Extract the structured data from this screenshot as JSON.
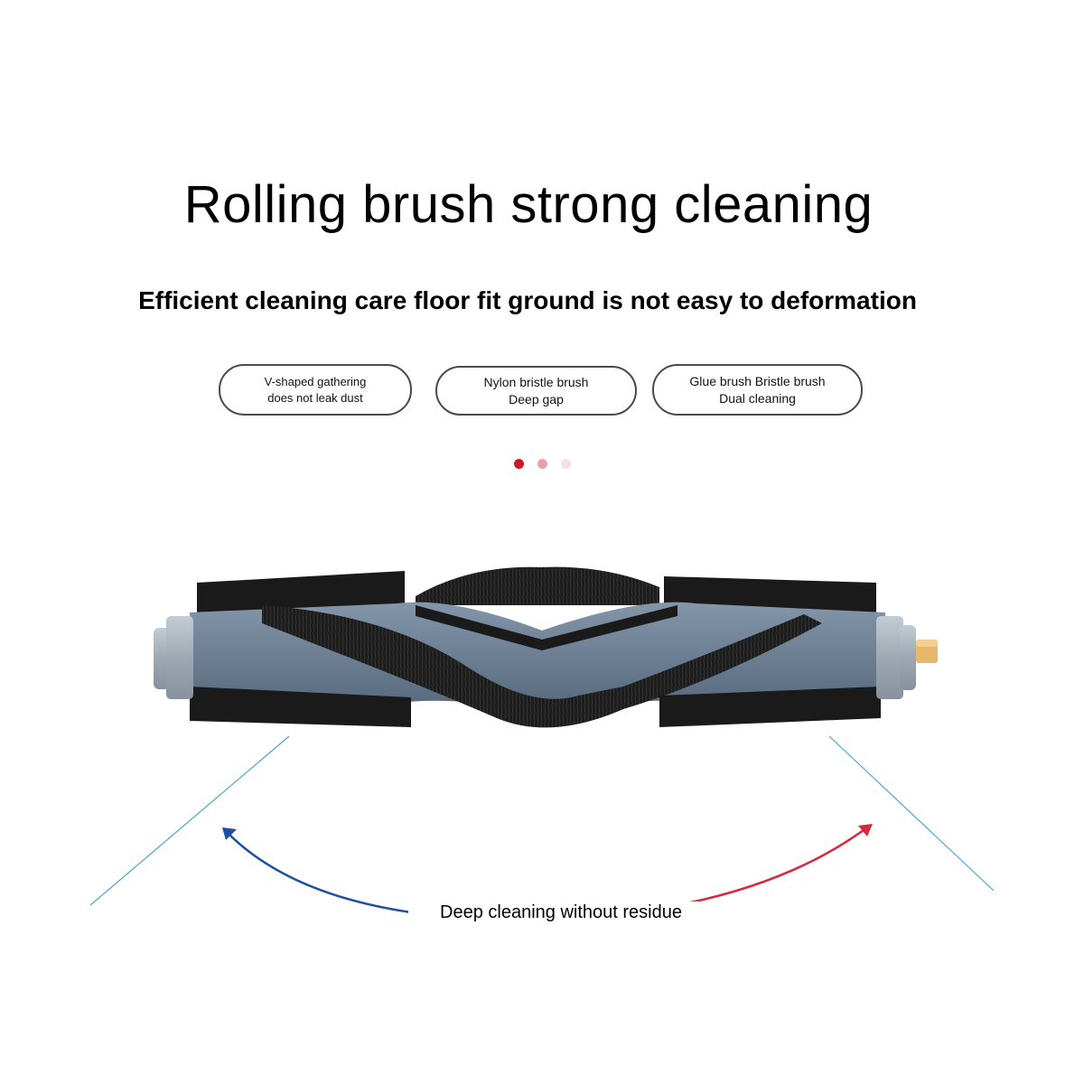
{
  "title": "Rolling brush strong cleaning",
  "subtitle": "Efficient cleaning care floor fit ground is not easy to deformation",
  "features": [
    {
      "line1": "V-shaped gathering",
      "line2": "does not leak dust"
    },
    {
      "line1": "Nylon bristle brush",
      "line2": "Deep gap"
    },
    {
      "line1": "Glue brush Bristle brush",
      "line2": "Dual cleaning"
    }
  ],
  "indicator_colors": [
    "#cc1a24",
    "#e8a3a3",
    "#f8dede"
  ],
  "caption": "Deep cleaning without residue",
  "colors": {
    "brush_body": "#6c7f93",
    "bristles": "#1c1c1c",
    "end_cap": "#a7b1ba",
    "axle": "#e6b86c",
    "arrow_blue": "#1e4fa0",
    "arrow_red": "#d8283e",
    "guide_line": "#4ea5cf"
  }
}
